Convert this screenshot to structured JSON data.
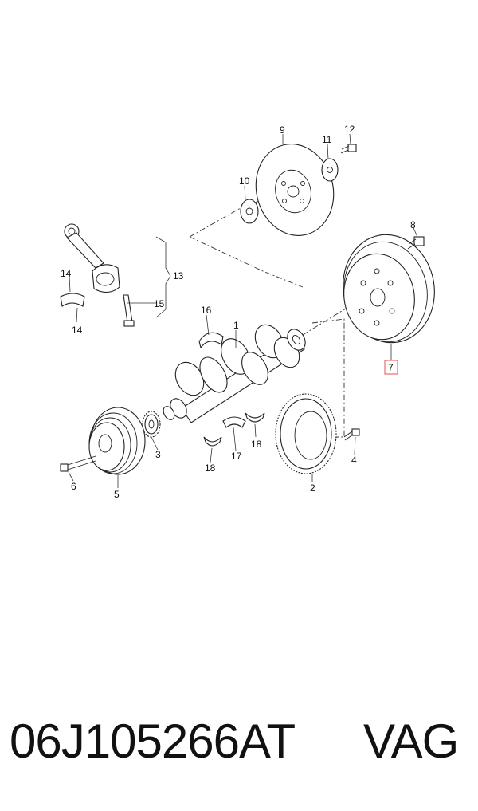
{
  "diagram": {
    "callouts": {
      "c1": "1",
      "c2": "2",
      "c3": "3",
      "c4": "4",
      "c5": "5",
      "c6": "6",
      "c7": "7",
      "c8": "8",
      "c9": "9",
      "c10": "10",
      "c11": "11",
      "c12": "12",
      "c13": "13",
      "c14a": "14",
      "c14b": "14",
      "c15": "15",
      "c16": "16",
      "c17": "17",
      "c18a": "18",
      "c18b": "18"
    },
    "highlighted_callout": "7",
    "highlight_color": "#e05050"
  },
  "footer": {
    "part_number": "06J105266AT",
    "brand": "VAG"
  }
}
